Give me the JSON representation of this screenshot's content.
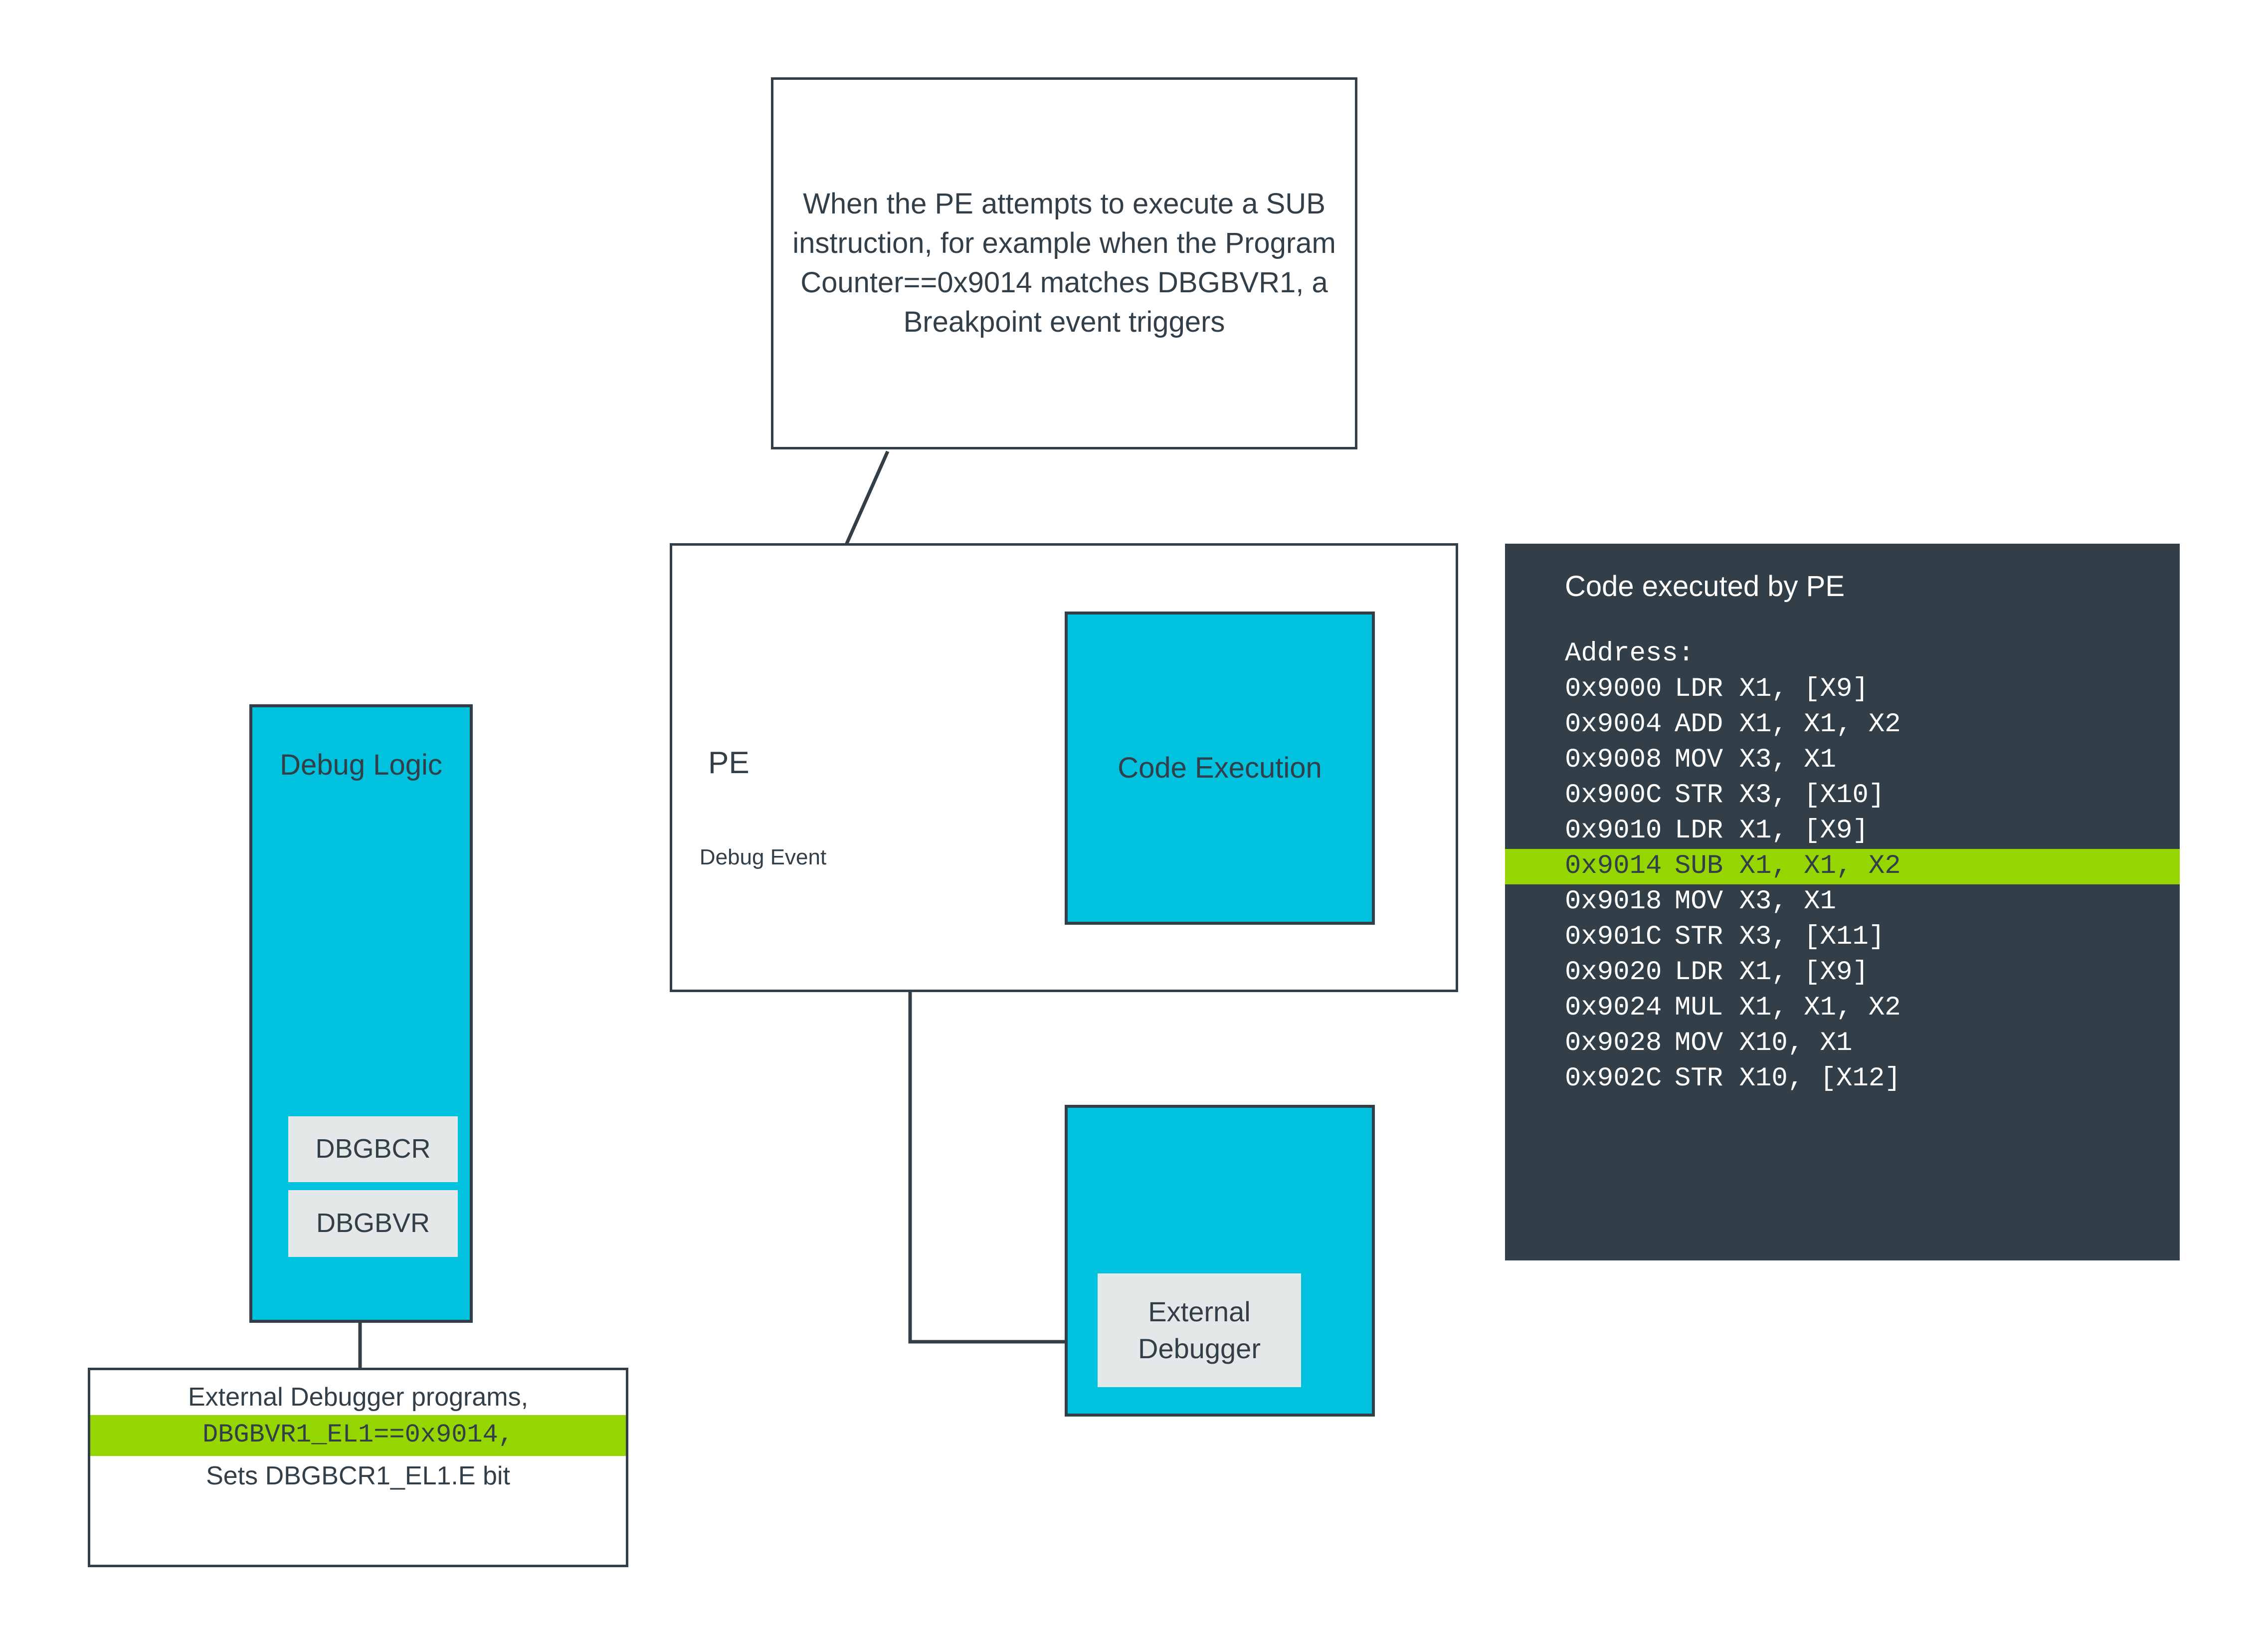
{
  "callout_top": {
    "text": "When the PE attempts to execute a SUB instruction, for example when the Program Counter==0x9014 matches DBGBVR1, a Breakpoint event triggers"
  },
  "pe": {
    "label": "PE",
    "debug_event_label": "Debug Event",
    "code_execution_label": "Code Execution",
    "external_debugger_label": "External Debugger"
  },
  "debug_logic": {
    "title": "Debug Logic",
    "registers": [
      {
        "name": "DBGBCR"
      },
      {
        "name": "DBGBVR"
      }
    ]
  },
  "callout_bottom": {
    "line1": "External Debugger programs,",
    "line2": "DBGBVR1_EL1==0x9014,",
    "line3": "Sets DBGBCR1_EL1.E bit",
    "highlight_color": "#95D600"
  },
  "code_panel": {
    "title": "Code executed by PE",
    "address_header": "Address:",
    "highlight_color": "#95D600",
    "background_color": "#333F48",
    "rows": [
      {
        "address": "0x9000",
        "instruction": "LDR X1, [X9]",
        "highlighted": false
      },
      {
        "address": "0x9004",
        "instruction": "ADD X1, X1, X2",
        "highlighted": false
      },
      {
        "address": "0x9008",
        "instruction": "MOV X3, X1",
        "highlighted": false
      },
      {
        "address": "0x900C",
        "instruction": "STR X3, [X10]",
        "highlighted": false
      },
      {
        "address": "0x9010",
        "instruction": "LDR X1, [X9]",
        "highlighted": false
      },
      {
        "address": "0x9014",
        "instruction": "SUB X1, X1, X2",
        "highlighted": true
      },
      {
        "address": "0x9018",
        "instruction": "MOV X3, X1",
        "highlighted": false
      },
      {
        "address": "0x901C",
        "instruction": "STR X3, [X11]",
        "highlighted": false
      },
      {
        "address": "0x9020",
        "instruction": "LDR X1, [X9]",
        "highlighted": false
      },
      {
        "address": "0x9024",
        "instruction": "MUL X1, X1, X2",
        "highlighted": false
      },
      {
        "address": "0x9028",
        "instruction": "MOV X10, X1",
        "highlighted": false
      },
      {
        "address": "0x902C",
        "instruction": "STR X10, [X12]",
        "highlighted": false
      }
    ]
  },
  "colors": {
    "cyan": "#00C1DE",
    "slate": "#333F48",
    "green": "#95D600",
    "grey": "#E5E8E8"
  }
}
